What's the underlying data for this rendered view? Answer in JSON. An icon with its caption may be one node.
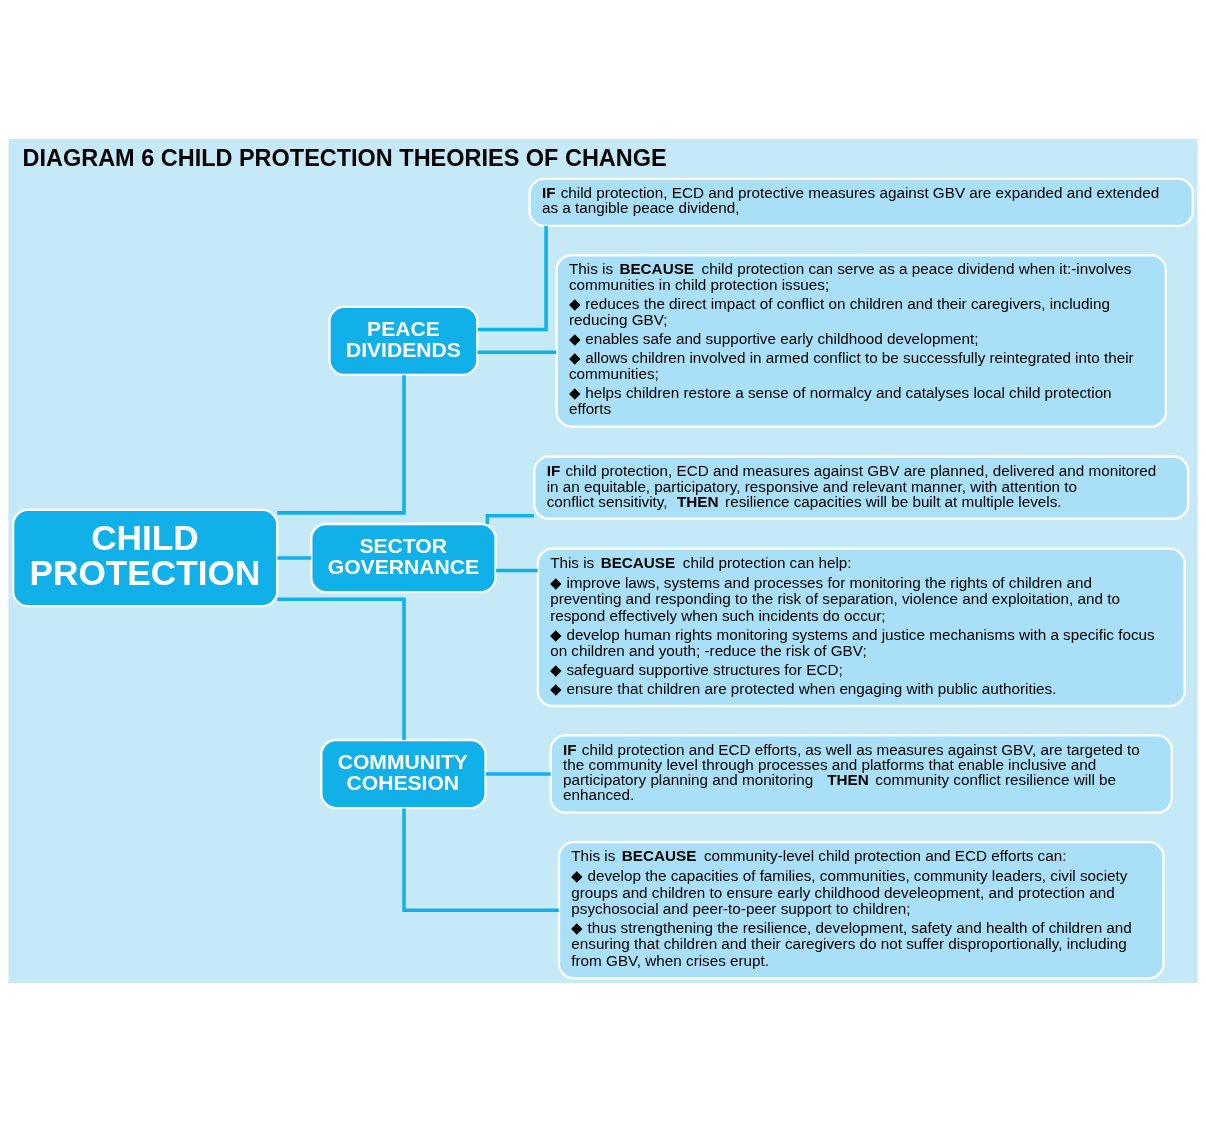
{
  "diagram": {
    "title": "DIAGRAM 6 CHILD PROTECTION THEORIES OF CHANGE",
    "nodes": [
      {
        "text": [
          "CHILD PROTECTION"
        ]
      },
      {
        "text": [
          "PEACE DIVIDENDS"
        ]
      },
      {
        "text": [
          "**IF** child protection, ECD and protective measures against GBV are expanded and extended as a tangible peace dividend,"
        ]
      },
      {
        "text": [
          "This is **BECAUSE** child protection can serve as a peace dividend when it:-involves communities in child protection issues;",
          "◆ reduces the direct impact of conflict on children and their caregivers, including reducing GBV;",
          "◆ enables safe and supportive early childhood development;",
          "◆ allows children involved in armed conflict to be successfully reintegrated into their communities;",
          "◆ helps children restore a sense of normalcy and catalyses local child protection efforts"
        ]
      },
      {
        "text": [
          "SECTOR GOVERNANCE"
        ]
      },
      {
        "text": [
          "**IF** child protection, ECD and measures against GBV are planned, delivered and monitored in an equitable, participatory, responsive and relevant manner, with attention to conflict sensitivity, **THEN** resilience capacities will be built at multiple levels."
        ]
      },
      {
        "text": [
          "This is **BECAUSE** child protection can help:",
          "◆ improve laws, systems and processes for monitoring the rights of children and preventing and responding to the risk of separation, violence and exploitation, and to respond effectively when such incidents do occur;",
          "◆ develop human rights monitoring systems and justice mechanisms with a specific focus on children and youth; -reduce the risk of GBV;",
          "◆ safeguard supportive structures for ECD;",
          "◆ ensure that children are protected when engaging with public authorities."
        ]
      },
      {
        "text": [
          "COMMUNITY COHESION"
        ]
      },
      {
        "text": [
          "**IF** child protection and ECD efforts, as well as measures against GBV, are targeted to the community level through processes and platforms that enable inclusive and participatory planning and monitoring **THEN** community conflict resilience will be enhanced."
        ]
      },
      {
        "text": [
          "This is **BECAUSE** community-level child protection and ECD efforts can:",
          "◆ develop the capacities of families, communities, community leaders, civil society groups and children to ensure early childhood develeopment, and protection and psychosocial and peer-to-peer support to children;",
          "◆ thus strengthening the resilience, development, safety and health of children and ensuring that children and their caregivers do not suffer disproportionally, including from GBV, when crises erupt."
        ]
      }
    ],
    "edges": [
      {
        "from": 0,
        "to": 1,
        "arrow": "none"
      },
      {
        "from": 0,
        "to": 4,
        "arrow": "none"
      },
      {
        "from": 0,
        "to": 7,
        "arrow": "none"
      },
      {
        "from": 1,
        "to": 2,
        "arrow": "none"
      },
      {
        "from": 1,
        "to": 3,
        "arrow": "none"
      },
      {
        "from": 4,
        "to": 5,
        "arrow": "none"
      },
      {
        "from": 4,
        "to": 6,
        "arrow": "none"
      },
      {
        "from": 7,
        "to": 8,
        "arrow": "none"
      },
      {
        "from": 7,
        "to": 9,
        "arrow": "none"
      }
    ]
  }
}
